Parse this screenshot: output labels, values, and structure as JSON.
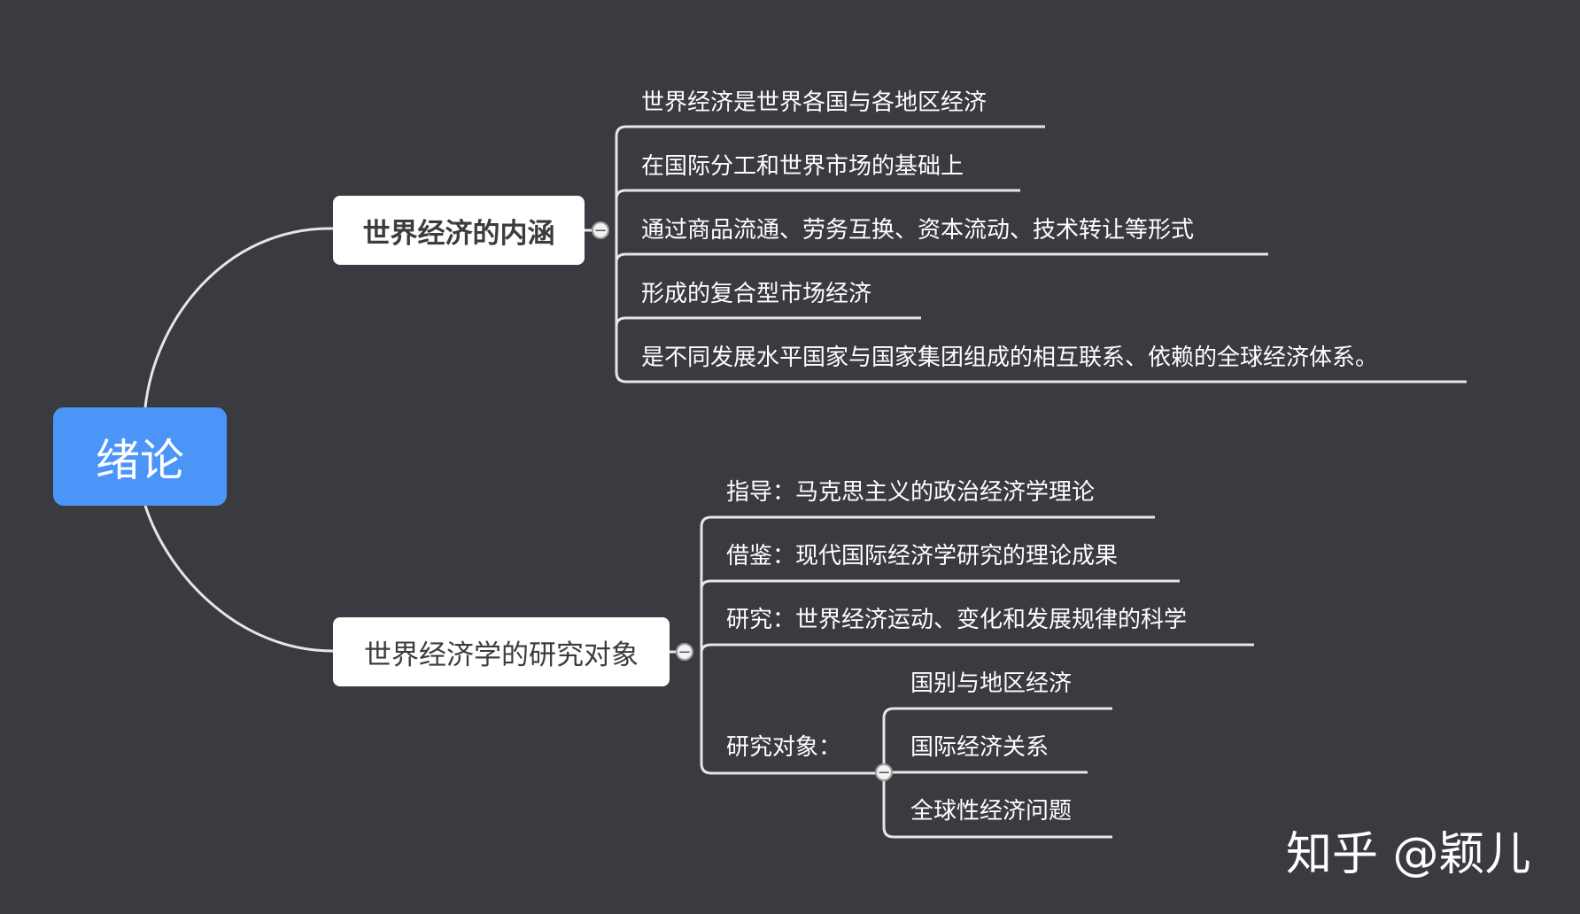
{
  "root": {
    "label": "绪论"
  },
  "branches": [
    {
      "label": "世界经济的内涵",
      "children": [
        "世界经济是世界各国与各地区经济",
        "在国际分工和世界市场的基础上",
        "通过商品流通、劳务互换、资本流动、技术转让等形式",
        "形成的复合型市场经济",
        "是不同发展水平国家与国家集团组成的相互联系、依赖的全球经济体系。"
      ]
    },
    {
      "label": "世界经济学的研究对象",
      "children": [
        "指导：马克思主义的政治经济学理论",
        "借鉴：现代国际经济学研究的理论成果",
        "研究：世界经济运动、变化和发展规律的科学",
        "研究对象："
      ],
      "sub_children": [
        "国别与地区经济",
        "国际经济关系",
        "全球性经济问题"
      ]
    }
  ],
  "collapse_symbol": "−",
  "watermark": "知乎 @颖儿",
  "colors": {
    "background": "#393b40",
    "root_fill": "#4a95f7",
    "branch_fill": "#ffffff",
    "line": "#e6e6e6"
  }
}
